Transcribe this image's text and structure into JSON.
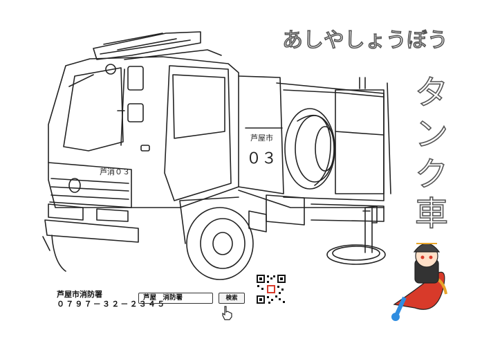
{
  "title": "あしやしょうぼう",
  "vehicle_type": [
    "タ",
    "ン",
    "ク",
    "車"
  ],
  "truck": {
    "door_label": "芦屋市",
    "door_number": "０３",
    "front_label": "芦消０３"
  },
  "footer": {
    "name": "芦屋市消防署",
    "phone": "０７９７－３２－２３４５",
    "search_text": "芦屋　消防署",
    "search_button": "検索"
  },
  "icons": {
    "cursor": "hand-pointer-icon",
    "qr": "qr-code-icon",
    "mascot": "firefighter-mascot-icon"
  },
  "colors": {
    "outline": "#222222",
    "title_outline": "#555555",
    "mascot_red": "#d83a2a",
    "mascot_blue": "#2f8de0"
  }
}
